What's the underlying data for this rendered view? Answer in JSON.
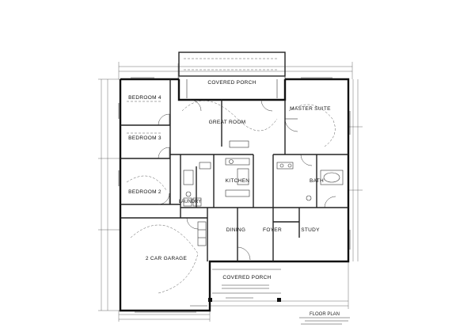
{
  "rooms": {
    "covered_porch_rear": "COVERED PORCH",
    "bedroom_4": "BEDROOM 4",
    "great_room": "GREAT ROOM",
    "master_suite": "MASTER SUITE",
    "bedroom_3": "BEDROOM 3",
    "kitchen": "KITCHEN",
    "bedroom_2": "BEDROOM 2",
    "bath": "BATH",
    "laundry": "LAUNDRY",
    "dining": "DINING",
    "foyer": "FOYER",
    "study": "STUDY",
    "garage": "2 CAR GARAGE",
    "covered_porch_front": "COVERED PORCH"
  },
  "title": {
    "caption": "FLOOR PLAN"
  }
}
